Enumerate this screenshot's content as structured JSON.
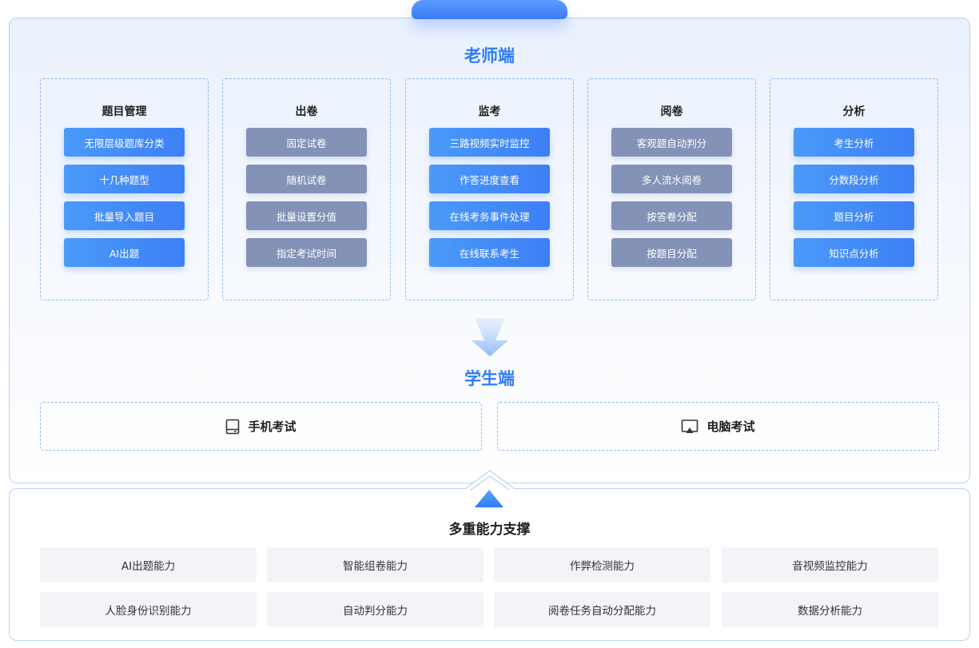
{
  "teacher": {
    "title": "老师端",
    "modules": [
      {
        "title": "题目管理",
        "style": "blue",
        "items": [
          "无限层级题库分类",
          "十几种题型",
          "批量导入题目",
          "AI出题"
        ]
      },
      {
        "title": "出卷",
        "style": "gray",
        "items": [
          "固定试卷",
          "随机试卷",
          "批量设置分值",
          "指定考试时间"
        ]
      },
      {
        "title": "监考",
        "style": "blue",
        "items": [
          "三路视频实时监控",
          "作答进度查看",
          "在线考务事件处理",
          "在线联系考生"
        ]
      },
      {
        "title": "阅卷",
        "style": "gray",
        "items": [
          "客观题自动判分",
          "多人流水阅卷",
          "按答卷分配",
          "按题目分配"
        ]
      },
      {
        "title": "分析",
        "style": "blue",
        "items": [
          "考生分析",
          "分数段分析",
          "题目分析",
          "知识点分析"
        ]
      }
    ]
  },
  "student": {
    "title": "学生端",
    "devices": [
      {
        "label": "手机考试",
        "icon": "tablet-icon"
      },
      {
        "label": "电脑考试",
        "icon": "monitor-icon"
      }
    ]
  },
  "support": {
    "title": "多重能力支撑",
    "capabilities": [
      "AI出题能力",
      "智能组卷能力",
      "作弊检测能力",
      "音视频监控能力",
      "人脸身份识别能力",
      "自动判分能力",
      "阅卷任务自动分配能力",
      "数据分析能力"
    ]
  },
  "colors": {
    "accent": "#2f7cf6",
    "button_blue": "#3d7ff5",
    "button_gray": "#8392b6",
    "panel_border": "#b9d2f6",
    "dashed_border": "#8fb5ea",
    "capability_bg": "#f3f4f7"
  }
}
